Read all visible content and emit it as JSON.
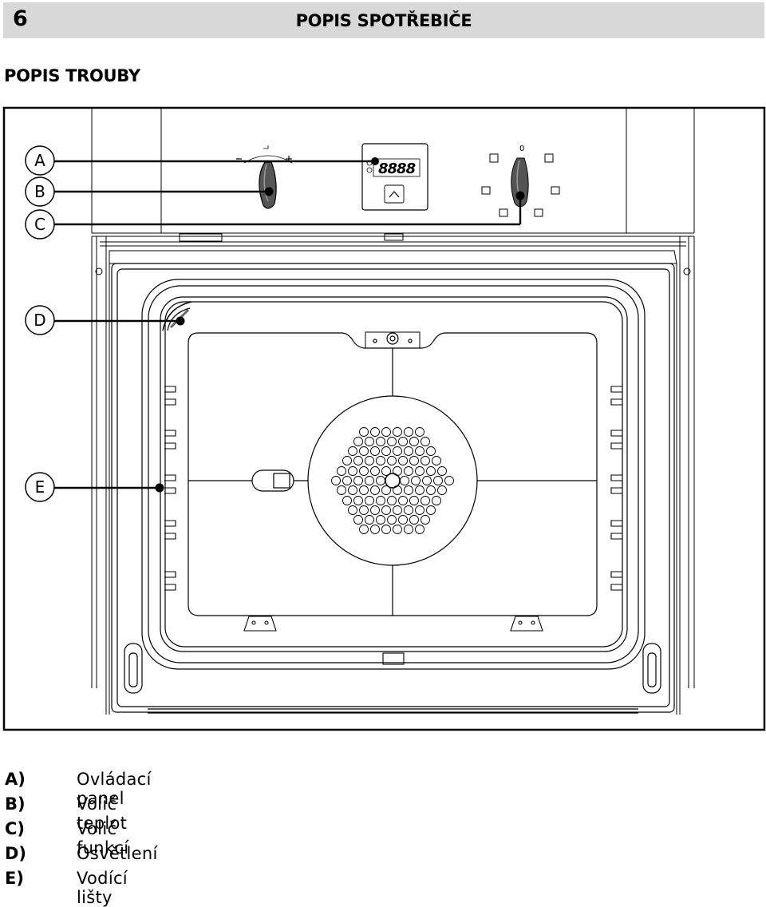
{
  "header": {
    "page_number": "6",
    "title": "POPIS SPOTŘEBIČE"
  },
  "section_title": "POPIS TROUBY",
  "figure": {
    "callouts": [
      "A",
      "B",
      "C",
      "D",
      "E"
    ],
    "dial_zero": "0",
    "display_digits": "8888"
  },
  "legend": [
    {
      "letter": "A)",
      "text": "Ovládací panel"
    },
    {
      "letter": "B)",
      "text": "Volič teplot"
    },
    {
      "letter": "C)",
      "text": "Volič funkcí"
    },
    {
      "letter": "D)",
      "text": "Osvětlení"
    },
    {
      "letter": "E)",
      "text": "Vodící lišty"
    }
  ]
}
